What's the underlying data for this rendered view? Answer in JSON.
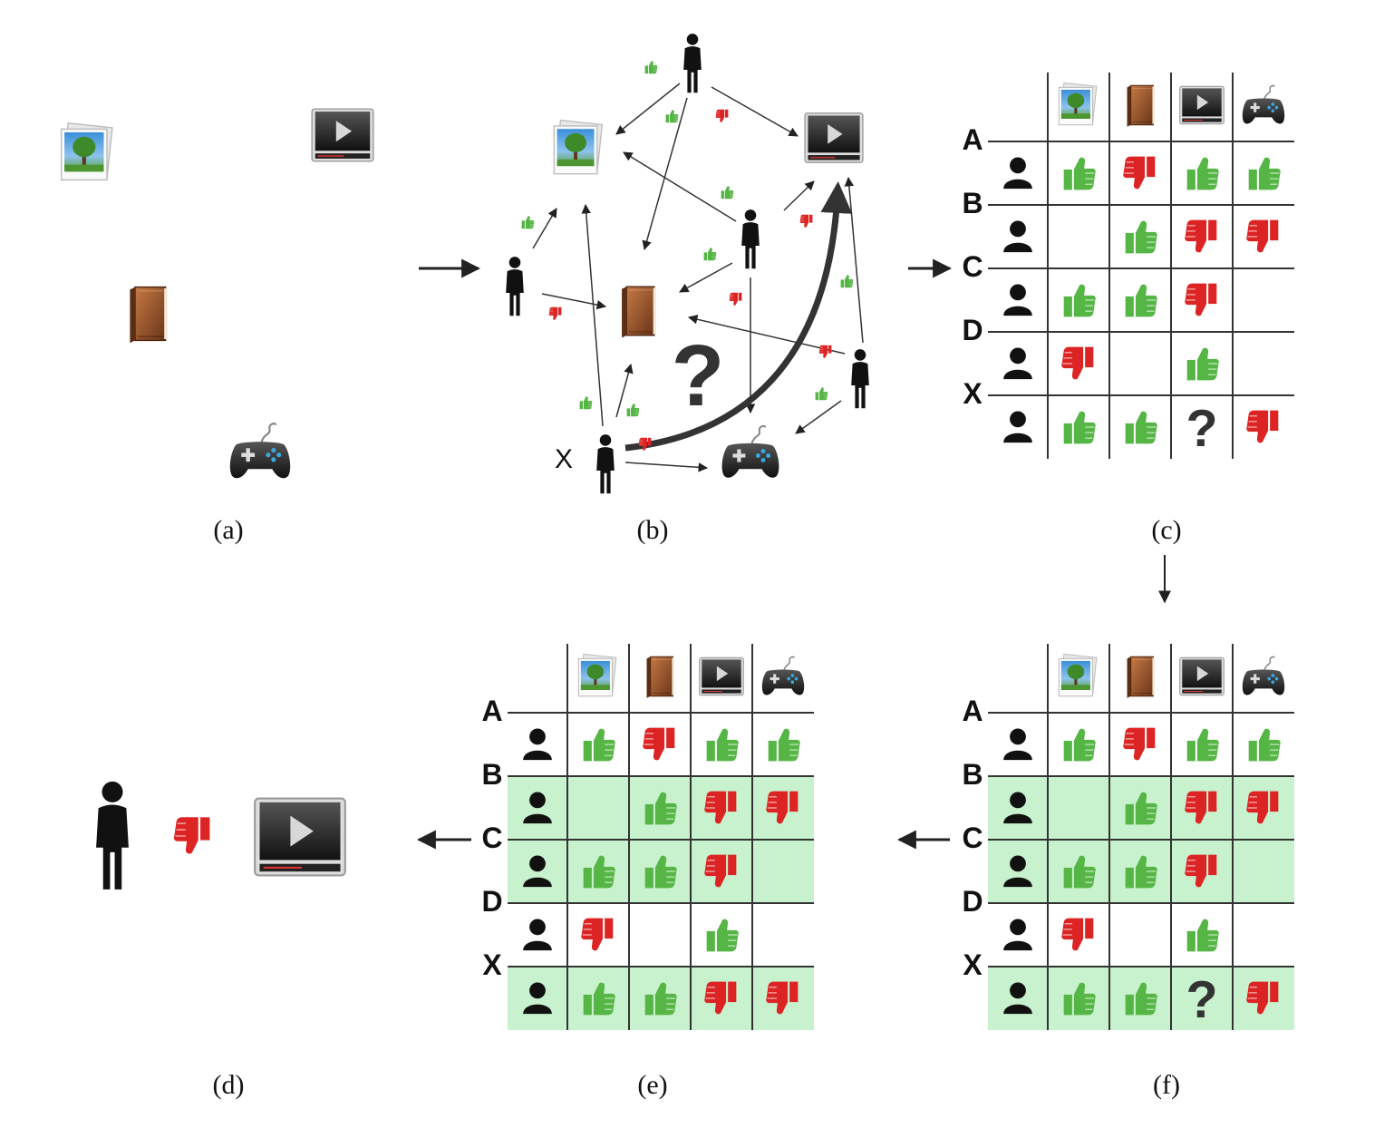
{
  "panels": [
    {
      "id": "a",
      "caption": "(a)"
    },
    {
      "id": "b",
      "caption": "(b)"
    },
    {
      "id": "c",
      "caption": "(c)"
    },
    {
      "id": "d",
      "caption": "(d)"
    },
    {
      "id": "e",
      "caption": "(e)"
    },
    {
      "id": "f",
      "caption": "(f)"
    }
  ],
  "items": [
    "image-icon",
    "book-icon",
    "video-icon",
    "gamepad-icon"
  ],
  "users": [
    "A",
    "B",
    "C",
    "D",
    "X"
  ],
  "target_user_label": "X",
  "unknown_symbol": "?",
  "ratings": {
    "c": [
      [
        "up",
        "down",
        "up",
        "up"
      ],
      [
        "",
        "up",
        "down",
        "down"
      ],
      [
        "up",
        "up",
        "down",
        ""
      ],
      [
        "down",
        "",
        "up",
        ""
      ],
      [
        "up",
        "up",
        "?",
        "down"
      ]
    ],
    "f": [
      [
        "up",
        "down",
        "up",
        "up"
      ],
      [
        "",
        "up",
        "down",
        "down"
      ],
      [
        "up",
        "up",
        "down",
        ""
      ],
      [
        "down",
        "",
        "up",
        ""
      ],
      [
        "up",
        "up",
        "?",
        "down"
      ]
    ],
    "e": [
      [
        "up",
        "down",
        "up",
        "up"
      ],
      [
        "",
        "up",
        "down",
        "down"
      ],
      [
        "up",
        "up",
        "down",
        ""
      ],
      [
        "down",
        "",
        "up",
        ""
      ],
      [
        "up",
        "up",
        "down",
        "down"
      ]
    ]
  },
  "highlighted_rows": [
    "B",
    "C",
    "X"
  ],
  "prediction": {
    "user": "X",
    "rating": "down",
    "item": "video-icon"
  },
  "colors": {
    "like": "#55b545",
    "dislike": "#dd2424",
    "highlight": "#c8f2cd",
    "grid": "#333333",
    "ink": "#111111"
  }
}
